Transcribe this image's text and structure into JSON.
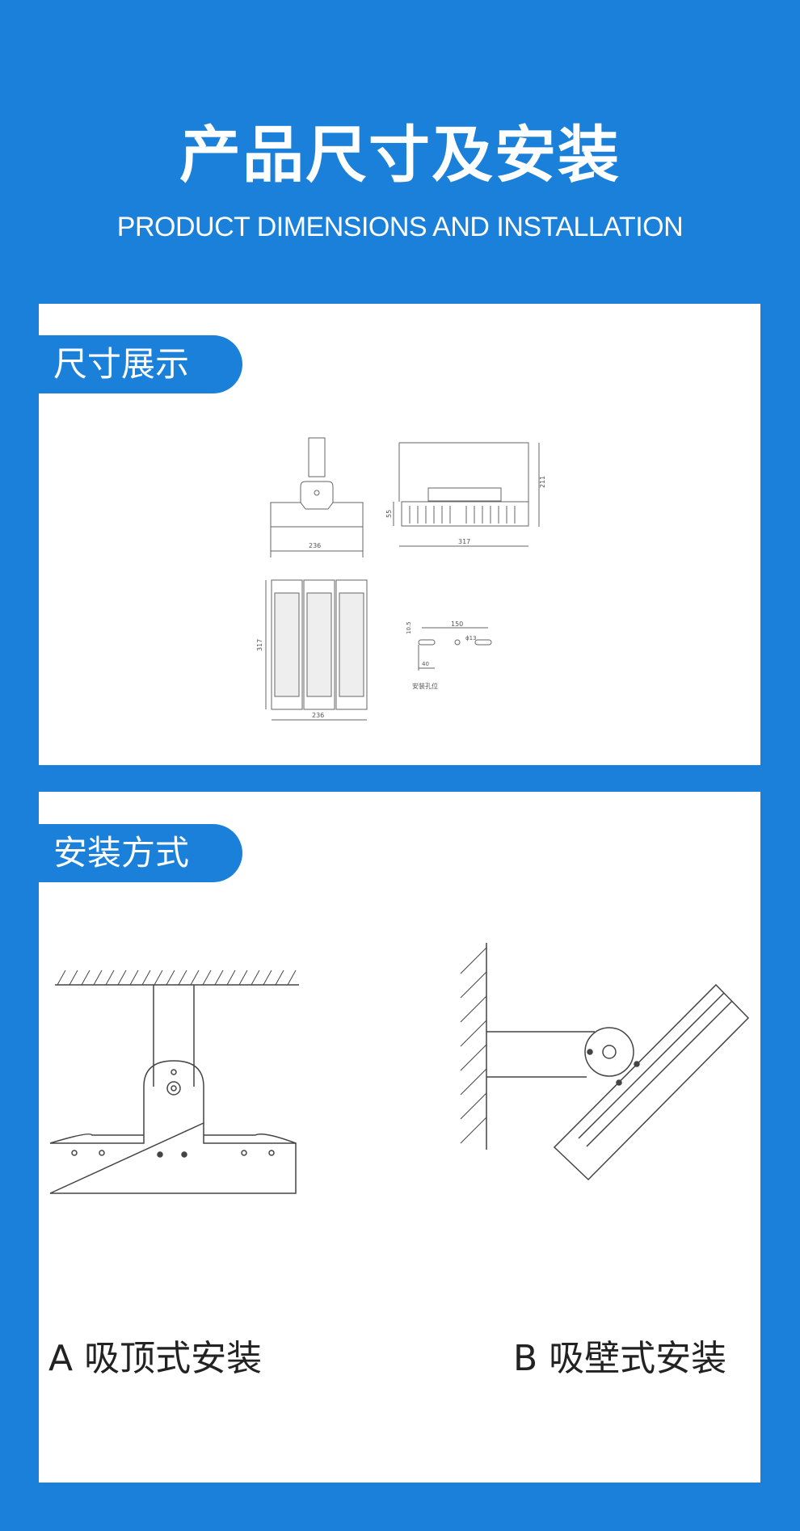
{
  "header": {
    "title": "产品尺寸及安装",
    "subtitle": "PRODUCT DIMENSIONS AND INSTALLATION"
  },
  "dimensions": {
    "tab_label": "尺寸展示",
    "front_width": "236",
    "side_length": "317",
    "side_height": "211",
    "side_body_height": "55",
    "bottom_length": "317",
    "bottom_width": "236",
    "hole_spacing": "150",
    "hole_offset": "10.5",
    "hole_diameter": "ϕ13",
    "hole_edge": "40",
    "hole_caption": "安装孔位"
  },
  "installation": {
    "tab_label": "安装方式",
    "option_a": "A 吸顶式安装",
    "option_b": "B 吸壁式安装"
  },
  "colors": {
    "brand_blue": "#1b80d9"
  }
}
